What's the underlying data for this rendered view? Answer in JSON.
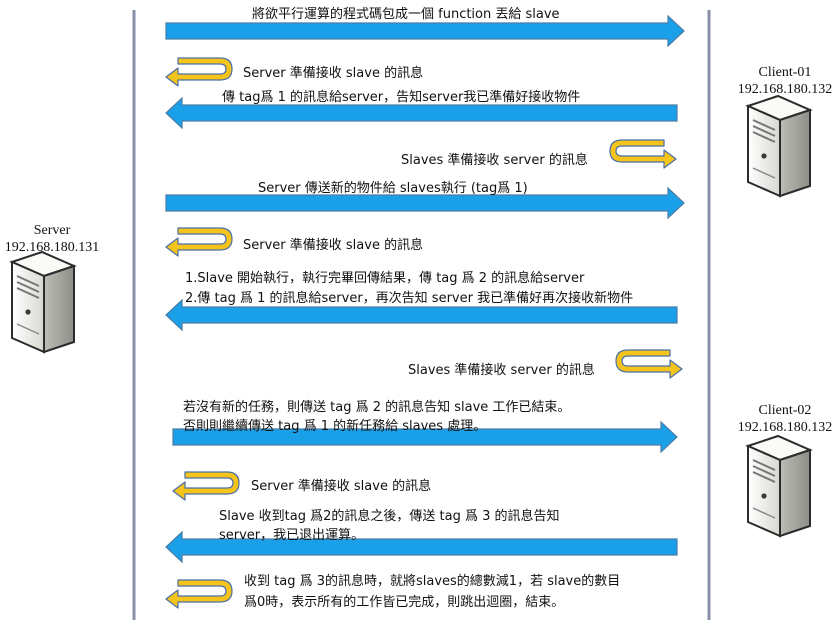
{
  "colors": {
    "arrow_fill": "#1aa0e8",
    "arrow_stroke": "#4a7da8",
    "loop_fill": "#f5c41a",
    "loop_stroke": "#4a6fa8",
    "lifeline": "#8a8fa8",
    "server_body": "#f0f0ec",
    "server_dark": "#2b2b2b"
  },
  "icons": {
    "server": "server-tower-icon",
    "client1": "server-tower-icon",
    "client2": "server-tower-icon",
    "arrow": "right-arrow-icon",
    "loop": "self-loop-arrow-icon"
  },
  "nodes": {
    "server": {
      "name": "Server",
      "ip": "192.168.180.131"
    },
    "client1": {
      "name": "Client-01",
      "ip": "192.168.180.132"
    },
    "client2": {
      "name": "Client-02",
      "ip": "192.168.180.132"
    }
  },
  "messages": {
    "m1": "將欲平行運算的程式碼包成一個 function 丟給 slave",
    "m2": "Server 準備接收 slave 的訊息",
    "m3": "傳 tag爲 1 的訊息給server，告知server我已準備好接收物件",
    "m4": "Slaves 準備接收 server 的訊息",
    "m5": "Server 傳送新的物件給 slaves執行 (tag爲 1)",
    "m6": "Server 準備接收 slave 的訊息",
    "m7_line1": "1.Slave 開始執行，執行完畢回傳結果，傳 tag 爲 2 的訊息給server",
    "m7_line2": "2.傳 tag 爲 1 的訊息給server，再次告知 server 我已準備好再次接收新物件",
    "m8": "Slaves 準備接收 server 的訊息",
    "m9_line1": "若沒有新的任務，則傳送 tag 爲 2 的訊息告知 slave 工作已結束。",
    "m9_line2": "否則則繼續傳送 tag 爲 1 的新任務給 slaves 處理。",
    "m10": "Server 準備接收 slave 的訊息",
    "m11_line1": "Slave 收到tag 爲2的訊息之後，傳送 tag 爲 3 的訊息告知",
    "m11_line2": "server，我已退出運算。",
    "m12_line1": "收到 tag 爲 3的訊息時，就將slaves的總數減1，若 slave的數目",
    "m12_line2": "爲0時，表示所有的工作皆已完成，則跳出迴圈，結束。"
  }
}
